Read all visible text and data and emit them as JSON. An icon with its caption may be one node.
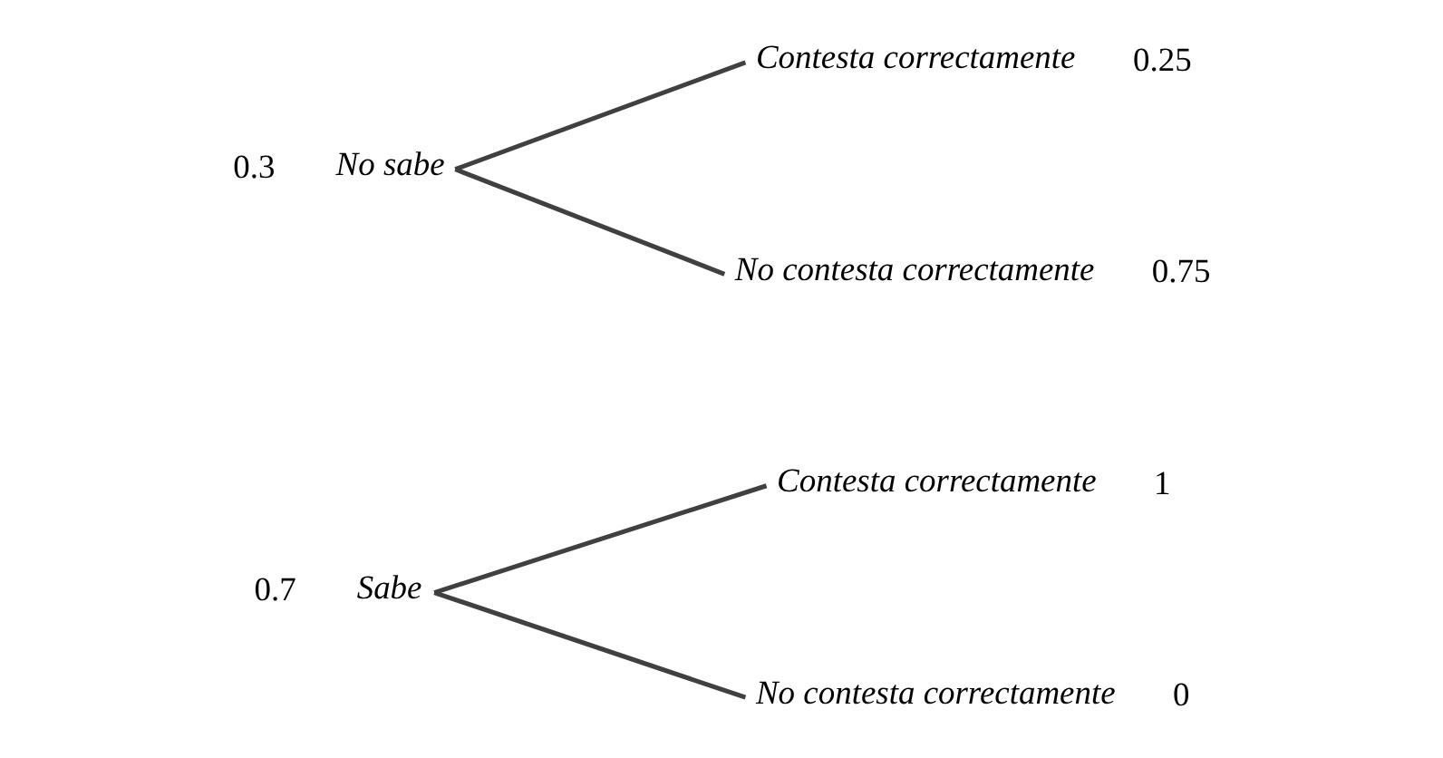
{
  "diagram": {
    "nodes": [
      {
        "text": [
          "Sabe"
        ],
        "beside": [
          "0.7"
        ]
      },
      {
        "text": [
          "Contesta correctamente"
        ],
        "beside": [
          "1"
        ]
      },
      {
        "text": [
          "No contesta correctamente"
        ],
        "beside": [
          "0"
        ]
      },
      {
        "text": [
          "No sabe"
        ],
        "beside": [
          "0.3"
        ]
      },
      {
        "text": [
          "Contesta correctamente"
        ],
        "beside": [
          "0.25"
        ]
      },
      {
        "text": [
          "No contesta correctamente"
        ],
        "beside": [
          "0.75"
        ]
      }
    ],
    "edges": [
      {
        "from": 0,
        "to": 1,
        "arrow": "none"
      },
      {
        "from": 0,
        "to": 2,
        "arrow": "none"
      },
      {
        "from": 3,
        "to": 4,
        "arrow": "none"
      },
      {
        "from": 3,
        "to": 5,
        "arrow": "none"
      }
    ]
  }
}
